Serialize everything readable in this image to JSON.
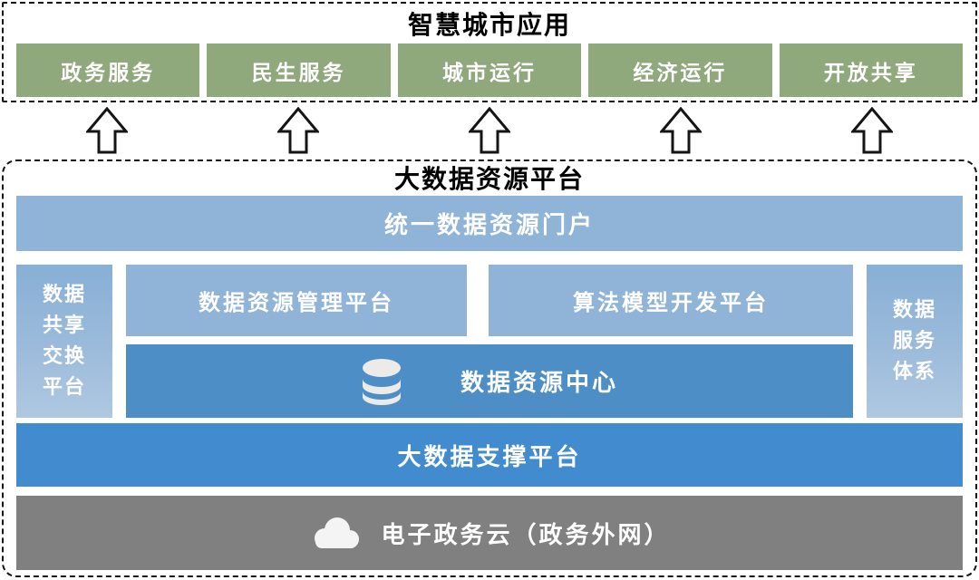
{
  "app_section": {
    "title": "智慧城市应用",
    "boxes": [
      {
        "label": "政务服务"
      },
      {
        "label": "民生服务"
      },
      {
        "label": "城市运行"
      },
      {
        "label": "经济运行"
      },
      {
        "label": "开放共享"
      }
    ]
  },
  "platform_section": {
    "title": "大数据资源平台",
    "portal_bar": "统一数据资源门户",
    "left_sidebar": {
      "full_label": "数据共享交换平台",
      "lines": [
        "数据",
        "共享",
        "交换",
        "平台"
      ]
    },
    "right_sidebar": {
      "full_label": "数据服务体系",
      "lines": [
        "数据",
        "服务",
        "体系"
      ]
    },
    "management_box": "数据资源管理平台",
    "algorithm_box": "算法模型开发平台",
    "data_center_box": "数据资源中心",
    "support_bar": "大数据支撑平台",
    "cloud_bar": "电子政务云（政务外网）"
  },
  "icons": {
    "up_arrow": "up-arrow-icon",
    "database": "database-icon",
    "cloud": "cloud-icon"
  },
  "colors": {
    "green": "#8FA87C",
    "light_blue": "#8FB4D8",
    "mid_blue": "#4D8EC6",
    "strong_blue": "#418BCE",
    "gray": "#808080",
    "border": "#151515",
    "text_on_fill": "#FFFFFF",
    "title_text": "#000000"
  }
}
